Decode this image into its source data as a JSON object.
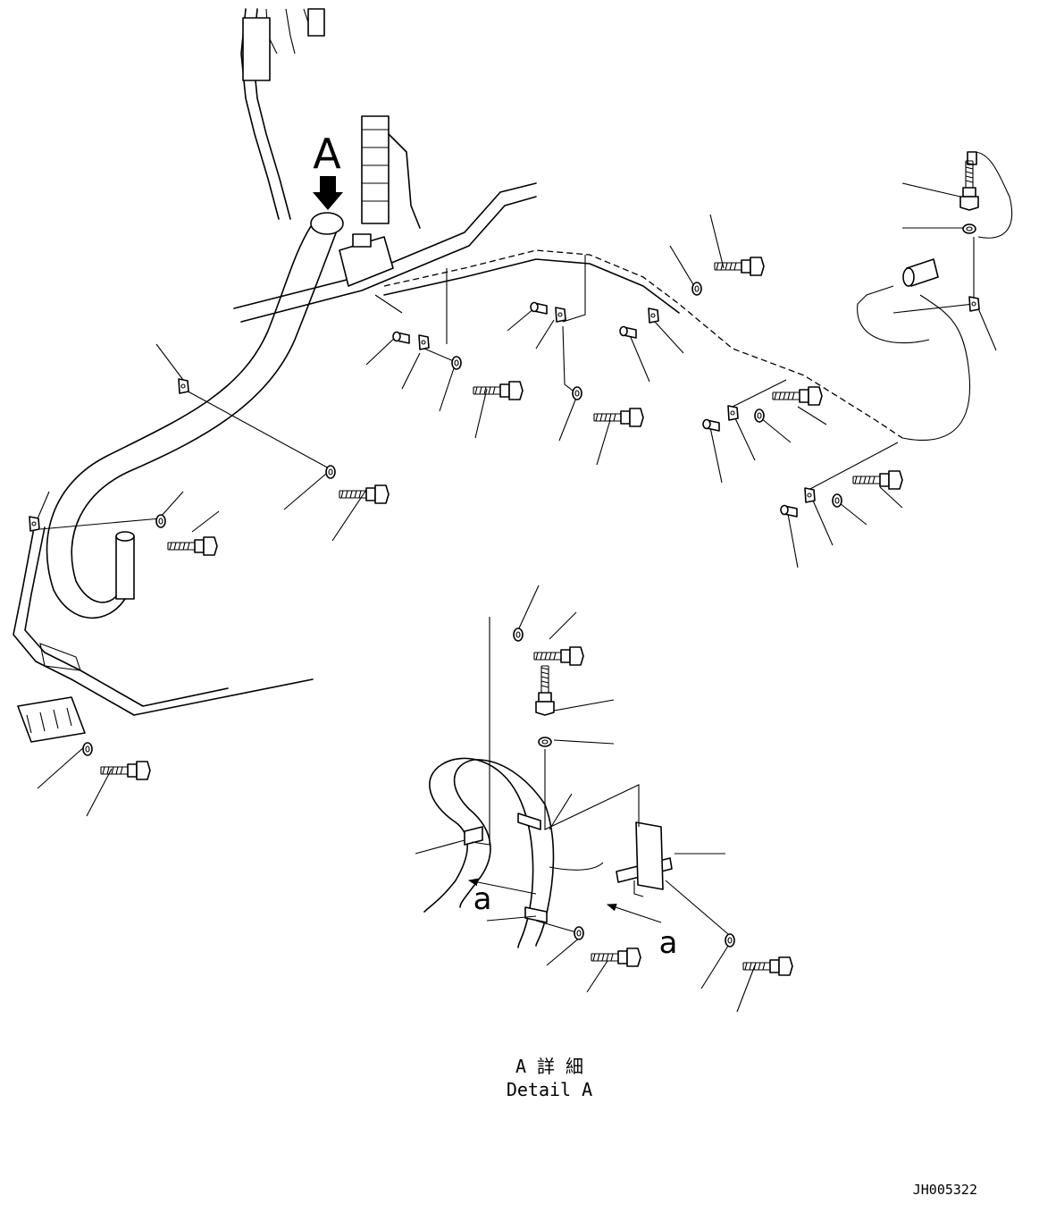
{
  "view_marker": "A",
  "detail_arrow_labels": [
    "a",
    "a"
  ],
  "caption": {
    "line1": "A 詳 細",
    "line2": "Detail A"
  },
  "drawing_number": "JH005322",
  "icons": {
    "view_arrow": "down-arrow-icon",
    "bolt": "bolt-icon",
    "washer": "washer-icon",
    "clamp": "clamp-icon",
    "spacer": "spacer-icon"
  }
}
